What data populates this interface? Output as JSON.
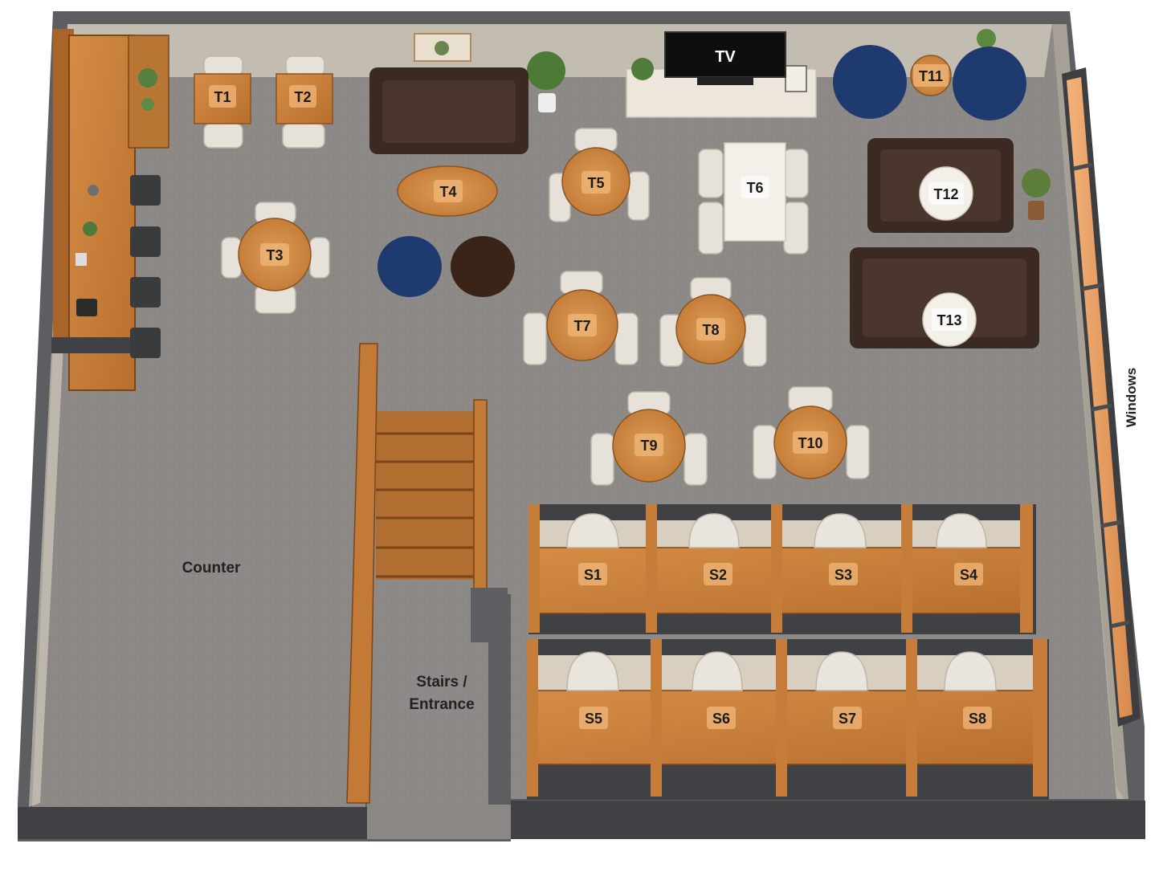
{
  "floor": {
    "tv_label": "TV",
    "counter_label": "Counter",
    "stairs_label_line1": "Stairs /",
    "stairs_label_line2": "Entrance",
    "windows_label": "Windows"
  },
  "tables": {
    "t1": "T1",
    "t2": "T2",
    "t3": "T3",
    "t4": "T4",
    "t5": "T5",
    "t6": "T6",
    "t7": "T7",
    "t8": "T8",
    "t9": "T9",
    "t10": "T10",
    "t11": "T11",
    "t12": "T12",
    "t13": "T13"
  },
  "study_seats": {
    "s1": "S1",
    "s2": "S2",
    "s3": "S3",
    "s4": "S4",
    "s5": "S5",
    "s6": "S6",
    "s7": "S7",
    "s8": "S8"
  },
  "colors": {
    "floor": "#8a8784",
    "wall": "#55575a",
    "wood": "#c9823c",
    "wood_dark": "#9a5a24",
    "leather": "#3b2a22",
    "navy": "#1f3a6e",
    "chair": "#e9e4dc",
    "window_blind": "#e8a36a"
  }
}
